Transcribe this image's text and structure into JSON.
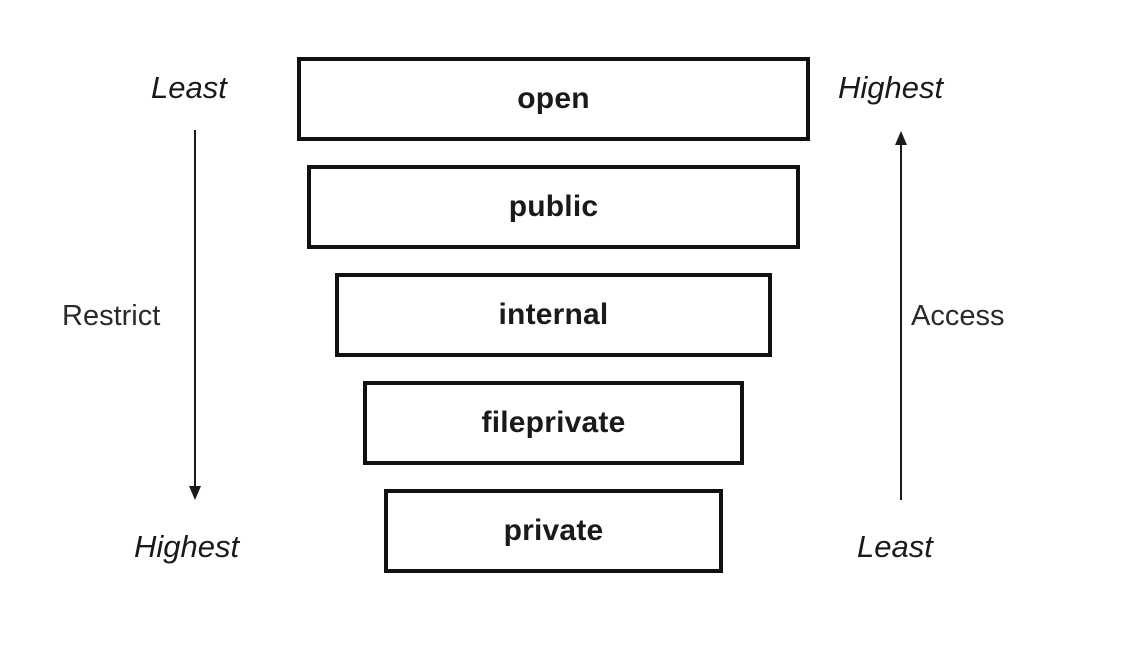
{
  "levels": [
    {
      "label": "open"
    },
    {
      "label": "public"
    },
    {
      "label": "internal"
    },
    {
      "label": "fileprivate"
    },
    {
      "label": "private"
    }
  ],
  "left_axis": {
    "top_label": "Least",
    "middle_label": "Restrict",
    "bottom_label": "Highest",
    "direction": "down"
  },
  "right_axis": {
    "top_label": "Highest",
    "middle_label": "Access",
    "bottom_label": "Least",
    "direction": "up"
  }
}
